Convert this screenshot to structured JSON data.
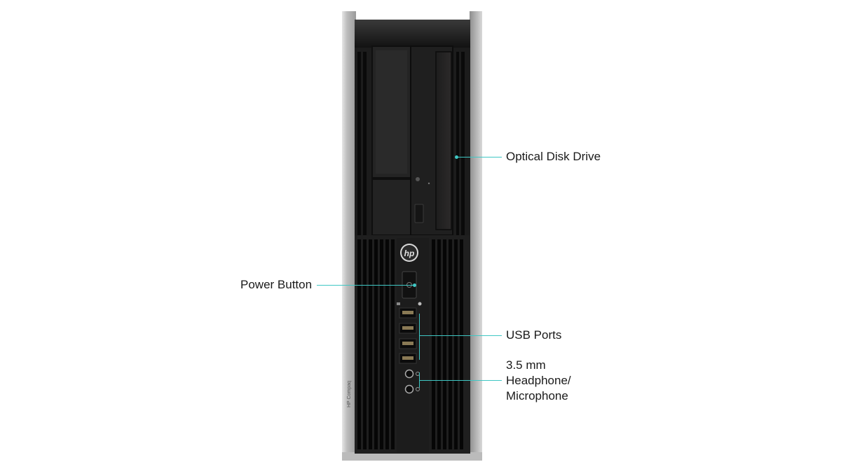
{
  "product": {
    "name": "HP Compaq small form factor desktop",
    "side_branding": "HP Compaq",
    "logo_text": "hp"
  },
  "annotations": {
    "optical_drive": "Optical Disk Drive",
    "power_button": "Power Button",
    "usb_ports": "USB Ports",
    "audio_line1": "3.5 mm",
    "audio_line2": "Headphone/",
    "audio_line3": "Microphone"
  },
  "colors": {
    "leader_line": "#3fc7c4",
    "case_black": "#1b1b1b",
    "case_silver": "#c9c9c9"
  }
}
